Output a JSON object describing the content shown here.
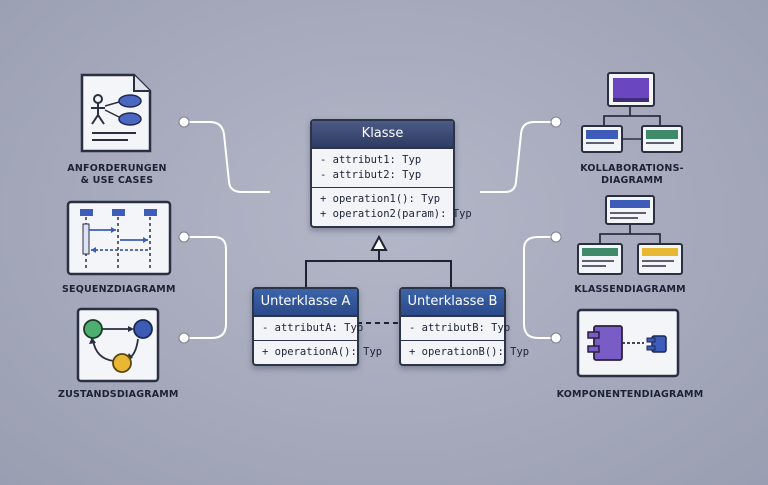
{
  "main_class": {
    "name": "Klasse",
    "attributes": [
      "- attribut1: Typ",
      "- attribut2: Typ"
    ],
    "operations": [
      "+ operation1(): Typ",
      "+ operation2(param): Typ"
    ]
  },
  "subclass_a": {
    "name": "Unterklasse A",
    "attributes": [
      "- attributA: Typ"
    ],
    "operations": [
      "+ operationA(): Typ"
    ]
  },
  "subclass_b": {
    "name": "Unterklasse B",
    "attributes": [
      "- attributB: Typ"
    ],
    "operations": [
      "+ operationB(): Typ"
    ]
  },
  "left_items": [
    {
      "icon": "use-case-document-icon",
      "label_lines": [
        "ANFORDERUNGEN",
        "& USE CASES"
      ]
    },
    {
      "icon": "sequence-diagram-icon",
      "label_lines": [
        "SEQUENZDIAGRAMM"
      ]
    },
    {
      "icon": "state-diagram-icon",
      "label_lines": [
        "ZUSTANDSDIAGRAMM"
      ]
    }
  ],
  "right_items": [
    {
      "icon": "collaboration-diagram-icon",
      "label_lines": [
        "KOLLABORATIONS-",
        "DIAGRAMM"
      ]
    },
    {
      "icon": "class-diagram-icon",
      "label_lines": [
        "KLASSENDIAGRAMM"
      ]
    },
    {
      "icon": "component-diagram-icon",
      "label_lines": [
        "KOMPONENTENDIAGRAMM"
      ]
    }
  ],
  "colors": {
    "background": "#a4a8ba",
    "class_header": "#2f3c63",
    "subclass_header": "#2f4f8f",
    "line": "#ffffff",
    "state_green": "#4caf70",
    "state_blue": "#3b5bb5",
    "state_yellow": "#e8b733",
    "component_purple": "#7a5cc7"
  }
}
